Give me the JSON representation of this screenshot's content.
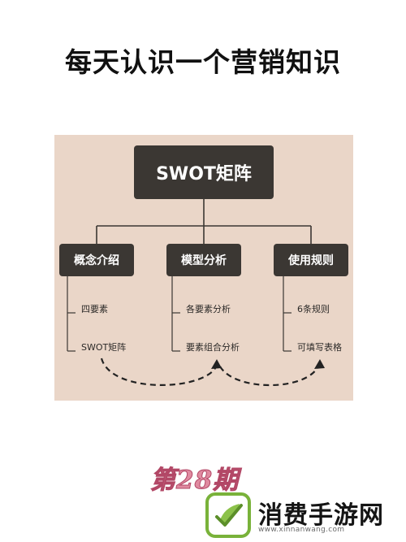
{
  "headline": "每天认识一个营销知识",
  "diagram": {
    "root": "SWOT矩阵",
    "categories": [
      {
        "label": "概念介绍",
        "items": [
          "四要素",
          "SWOT矩阵"
        ]
      },
      {
        "label": "模型分析",
        "items": [
          "各要素分析",
          "要素组合分析"
        ]
      },
      {
        "label": "使用规则",
        "items": [
          "6条规则",
          "可填写表格"
        ]
      }
    ],
    "colors": {
      "panel": "#ead6c8",
      "box": "#3b3733",
      "line": "#3b3733"
    }
  },
  "issue_label": "第28期",
  "watermark": {
    "brand_name": "消费手游网",
    "url": "www.xinnanwang.com",
    "logo_icon": "leaf-check-icon",
    "logo_color": "#79b23a"
  }
}
